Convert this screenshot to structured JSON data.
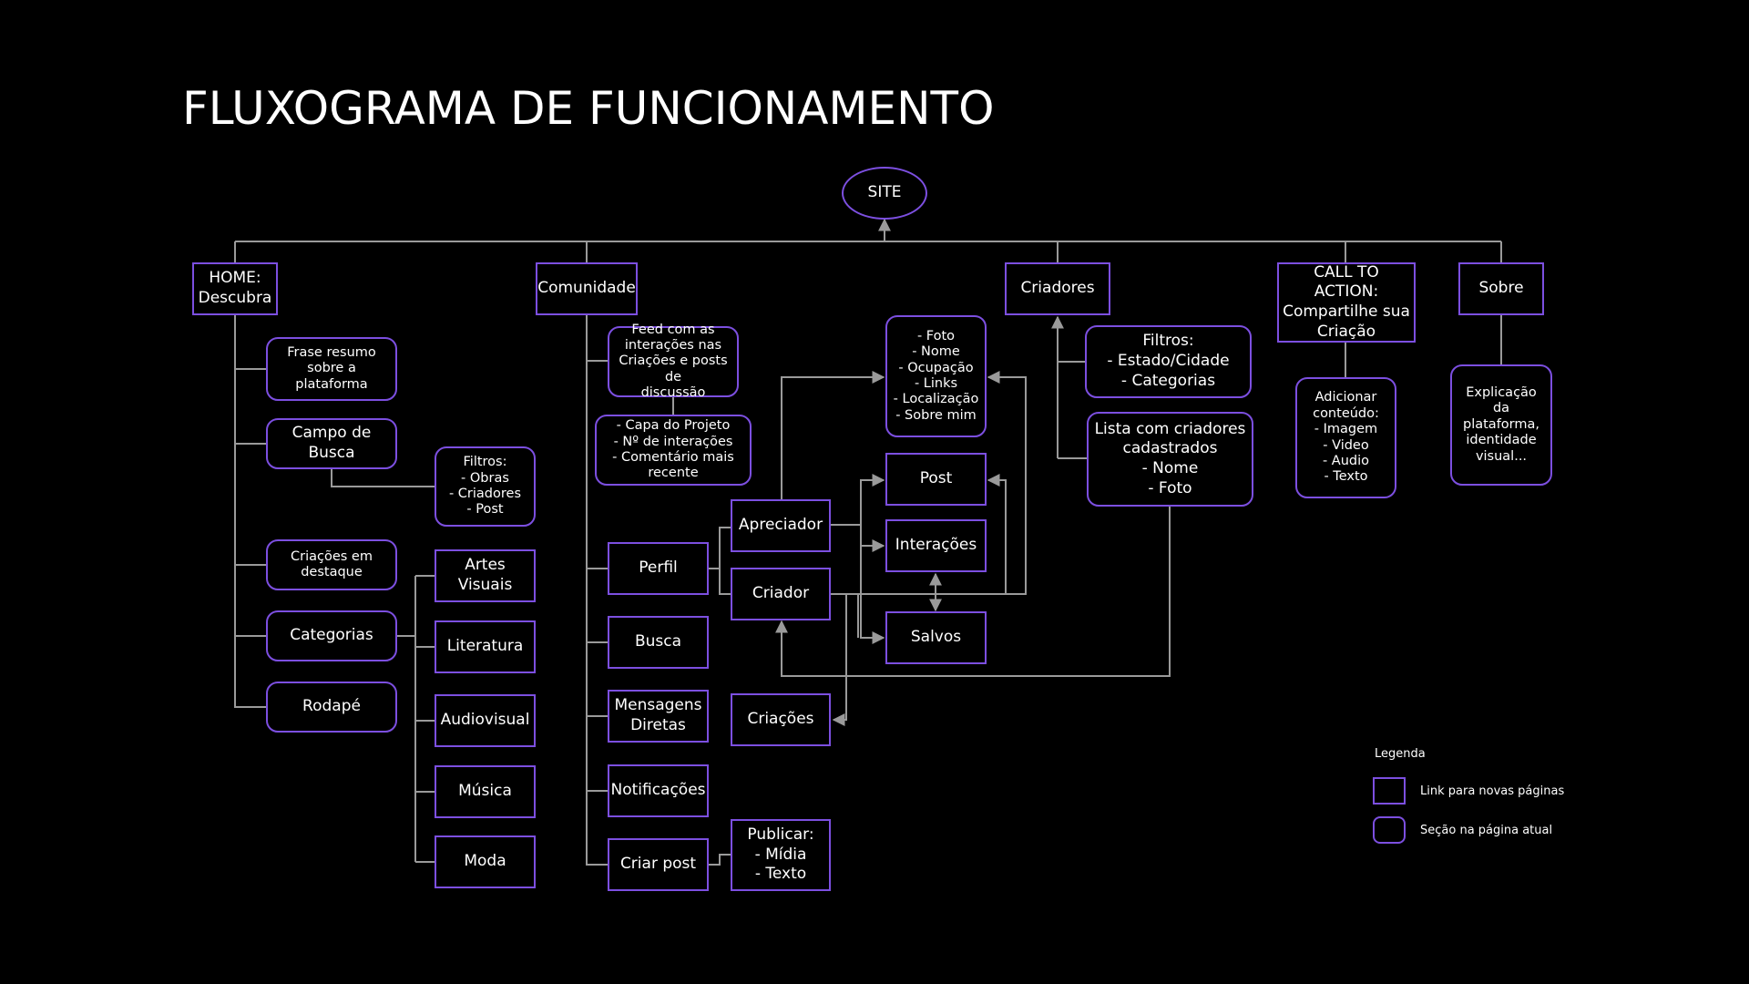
{
  "title": "FLUXOGRAMA DE FUNCIONAMENTO",
  "colors": {
    "node_border": "#7c4fe0",
    "connector": "#9a9a9a",
    "background": "#000000",
    "text": "#ffffff"
  },
  "nodes": {
    "site": "SITE",
    "home": "HOME:\nDescubra",
    "comunidade": "Comunidade",
    "criadores": "Criadores",
    "cta": "CALL TO ACTION:\nCompartilhe sua\nCriação",
    "sobre": "Sobre",
    "frase_resumo": "Frase resumo\nsobre a\nplataforma",
    "campo_busca": "Campo de Busca",
    "filtros_busca": "Filtros:\n- Obras\n- Criadores\n- Post",
    "criacoes_destaque": "Criações em\ndestaque",
    "categorias": "Categorias",
    "rodape": "Rodapé",
    "artes_visuais": "Artes Visuais",
    "literatura": "Literatura",
    "audiovisual": "Audiovisual",
    "musica": "Música",
    "moda": "Moda",
    "feed": "Feed com as\ninterações nas\nCriações e posts de\ndiscussão",
    "capa_projeto": "- Capa do Projeto\n- Nº de interações\n- Comentário mais\nrecente",
    "perfil": "Perfil",
    "busca": "Busca",
    "mensagens": "Mensagens\nDiretas",
    "notificacoes": "Notificações",
    "criar_post": "Criar post",
    "publicar": "Publicar:\n- Mídia\n- Texto",
    "apreciador": "Apreciador",
    "criador": "Criador",
    "criacoes": "Criações",
    "perfil_info": "- Foto\n- Nome\n- Ocupação\n- Links\n- Localização\n- Sobre mim",
    "post": "Post",
    "interacoes": "Interações",
    "salvos": "Salvos",
    "filtros_criadores": "Filtros:\n- Estado/Cidade\n- Categorias",
    "lista_criadores": "Lista com criadores\ncadastrados\n- Nome\n- Foto",
    "adicionar_conteudo": "Adicionar\nconteúdo:\n- Imagem\n- Video\n- Audio\n- Texto",
    "explicacao": "Explicação da\nplataforma,\nidentidade\nvisual..."
  },
  "legend": {
    "title": "Legenda",
    "page_link": "Link para novas páginas",
    "section": "Seção na página atual"
  }
}
